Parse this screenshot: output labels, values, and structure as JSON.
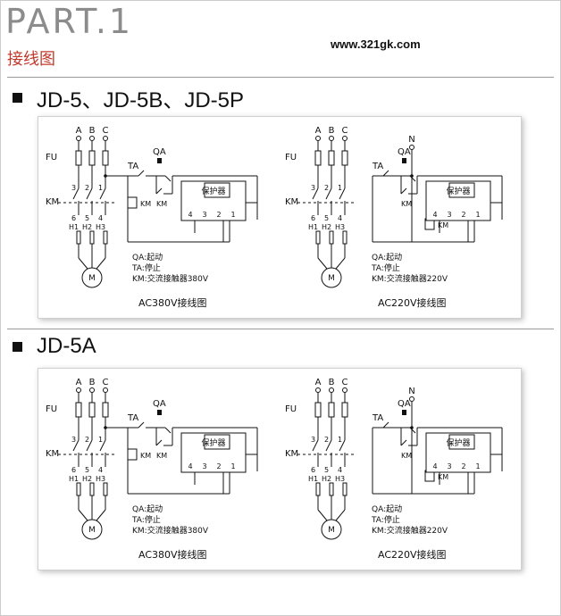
{
  "header": {
    "part": "PART.1",
    "subtitle": "接线图",
    "website": "www.321gk.com"
  },
  "sections": [
    {
      "title": "JD-5、JD-5B、JD-5P"
    },
    {
      "title": "JD-5A"
    }
  ],
  "diagram_labels": {
    "phases": [
      "A",
      "B",
      "C"
    ],
    "neutral": "N",
    "fuse": "FU",
    "contactor": "KM",
    "stop": "TA",
    "start": "QA",
    "protector": "保护器",
    "motor": "M",
    "top_terminals": [
      "3",
      "2",
      "1"
    ],
    "bottom_terminals": [
      "6",
      "5",
      "4"
    ],
    "heaters": [
      "H1",
      "H2",
      "H3"
    ],
    "protector_terminals": [
      "4",
      "3",
      "2",
      "1"
    ],
    "legend": [
      "QA:起动",
      "TA:停止"
    ],
    "legend_km_380": "KM:交流接触器380V",
    "legend_km_220": "KM:交流接触器220V",
    "caption_380": "AC380V接线图",
    "caption_220": "AC220V接线图"
  },
  "colors": {
    "part_gray": "#8c8c8c",
    "subtitle_red": "#c0392b",
    "line": "#111111"
  }
}
